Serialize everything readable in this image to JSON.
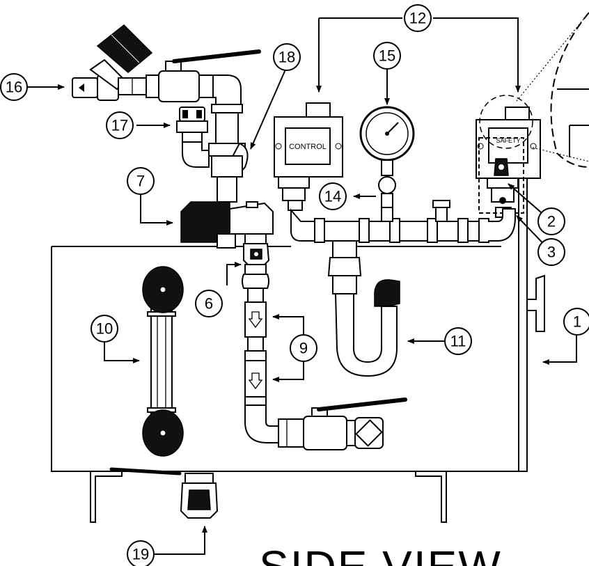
{
  "diagram": {
    "title": "SIDE VIEW",
    "control_label": "CONTROL",
    "safety_label": "SAFETY",
    "callouts": [
      "1",
      "2",
      "3",
      "6",
      "7",
      "9",
      "10",
      "11",
      "12",
      "14",
      "15",
      "16",
      "17",
      "18",
      "19"
    ]
  }
}
